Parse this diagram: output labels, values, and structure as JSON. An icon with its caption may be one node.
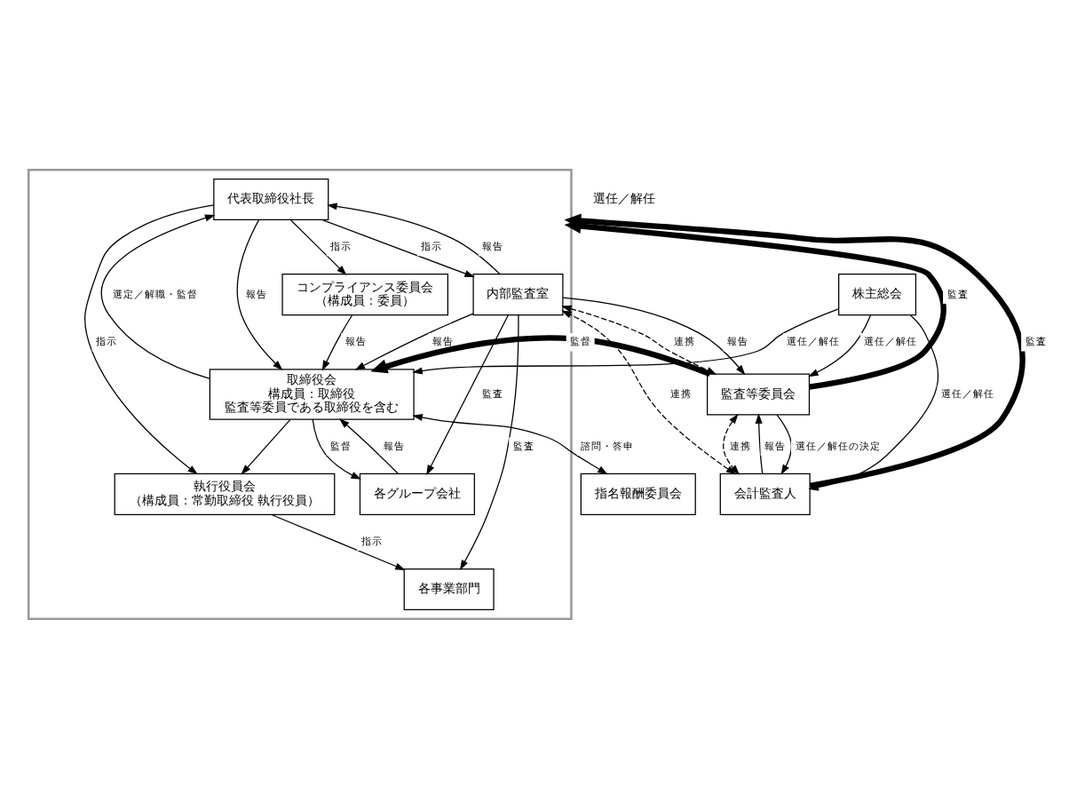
{
  "diagram": {
    "nodes": [
      {
        "text": [
          "株主総会"
        ]
      },
      {
        "text": [],
        "shape": "box"
      },
      {
        "text": [
          "代表取締役社長"
        ],
        "in": 1
      },
      {
        "text": [
          "取締役会",
          "構成員：取締役",
          "監査等委員である取締役を含む"
        ],
        "in": 1
      },
      {
        "text": [
          "指名報酬委員会"
        ]
      },
      {
        "text": [
          "監査等委員会"
        ]
      },
      {
        "text": [
          "内部監査室"
        ],
        "in": 1
      },
      {
        "text": [
          "コンプライアンス委員会",
          "（構成員：委員）"
        ],
        "in": 1
      },
      {
        "text": [
          "執行役員会",
          "（構成員：常勤取締役 執行役員）"
        ],
        "in": 1
      },
      {
        "text": [
          "各事業部門"
        ],
        "in": 1
      },
      {
        "text": [
          "各グループ会社"
        ],
        "in": 1
      },
      {
        "text": [
          "会計監査人"
        ]
      }
    ],
    "edges": [
      {
        "from": 0,
        "to": 3,
        "arrow": "to",
        "label": "選任／解任"
      },
      {
        "from": 0,
        "to": 5,
        "arrow": "to",
        "label": "選任／解任"
      },
      {
        "from": 0,
        "to": 11,
        "arrow": "to",
        "label": "選任／解任"
      },
      {
        "from": 3,
        "to": 2,
        "arrow": "to",
        "label": "選定／解職・監督"
      },
      {
        "from": 2,
        "to": 3,
        "arrow": "to",
        "label": "報告"
      },
      {
        "from": 3,
        "to": 4,
        "arrow": "both",
        "label": "諮問・答申"
      },
      {
        "from": 2,
        "to": 6,
        "arrow": "to",
        "label": "指示"
      },
      {
        "from": 6,
        "to": 2,
        "arrow": "to",
        "label": "報告"
      },
      {
        "from": 2,
        "to": 7,
        "arrow": "to",
        "label": "指示"
      },
      {
        "from": 2,
        "to": 8,
        "arrow": "to",
        "label": "指示"
      },
      {
        "from": 7,
        "to": 3,
        "arrow": "to",
        "label": "報告"
      },
      {
        "from": 6,
        "to": 3,
        "arrow": "to",
        "label": "報告"
      },
      {
        "from": 6,
        "to": 5,
        "arrow": "both",
        "label": "連携",
        "style": "dashed"
      },
      {
        "from": 6,
        "to": 5,
        "arrow": "to",
        "label": "報告"
      },
      {
        "from": 3,
        "to": 8,
        "arrow": "to"
      },
      {
        "from": 8,
        "to": 9,
        "arrow": "to",
        "label": "指示"
      },
      {
        "from": 10,
        "to": 3,
        "arrow": "to",
        "label": "報告"
      },
      {
        "from": 3,
        "to": 10,
        "arrow": "to",
        "label": "監督"
      },
      {
        "from": 6,
        "to": 10,
        "arrow": "to",
        "label": "監査"
      },
      {
        "from": 6,
        "to": 9,
        "arrow": "to",
        "label": "監査"
      },
      {
        "from": 11,
        "to": 6,
        "arrow": "both",
        "label": "連携",
        "style": "dashed"
      },
      {
        "from": 11,
        "to": 5,
        "arrow": "to",
        "label": "報告"
      },
      {
        "from": 5,
        "to": 11,
        "arrow": "to",
        "label": "選任／解任の決定"
      },
      {
        "from": 5,
        "to": 11,
        "arrow": "both",
        "label": "連携",
        "style": "dashed"
      },
      {
        "from": 5,
        "to": 1,
        "arrow": "to",
        "label": "監査",
        "style": "thick"
      },
      {
        "from": 5,
        "to": 3,
        "arrow": "to",
        "label": "監督",
        "style": "thick"
      },
      {
        "from": 11,
        "to": 1,
        "arrow": "to",
        "label": "監査",
        "style": "thick"
      }
    ],
    "labels": [
      "選任／解任"
    ]
  }
}
